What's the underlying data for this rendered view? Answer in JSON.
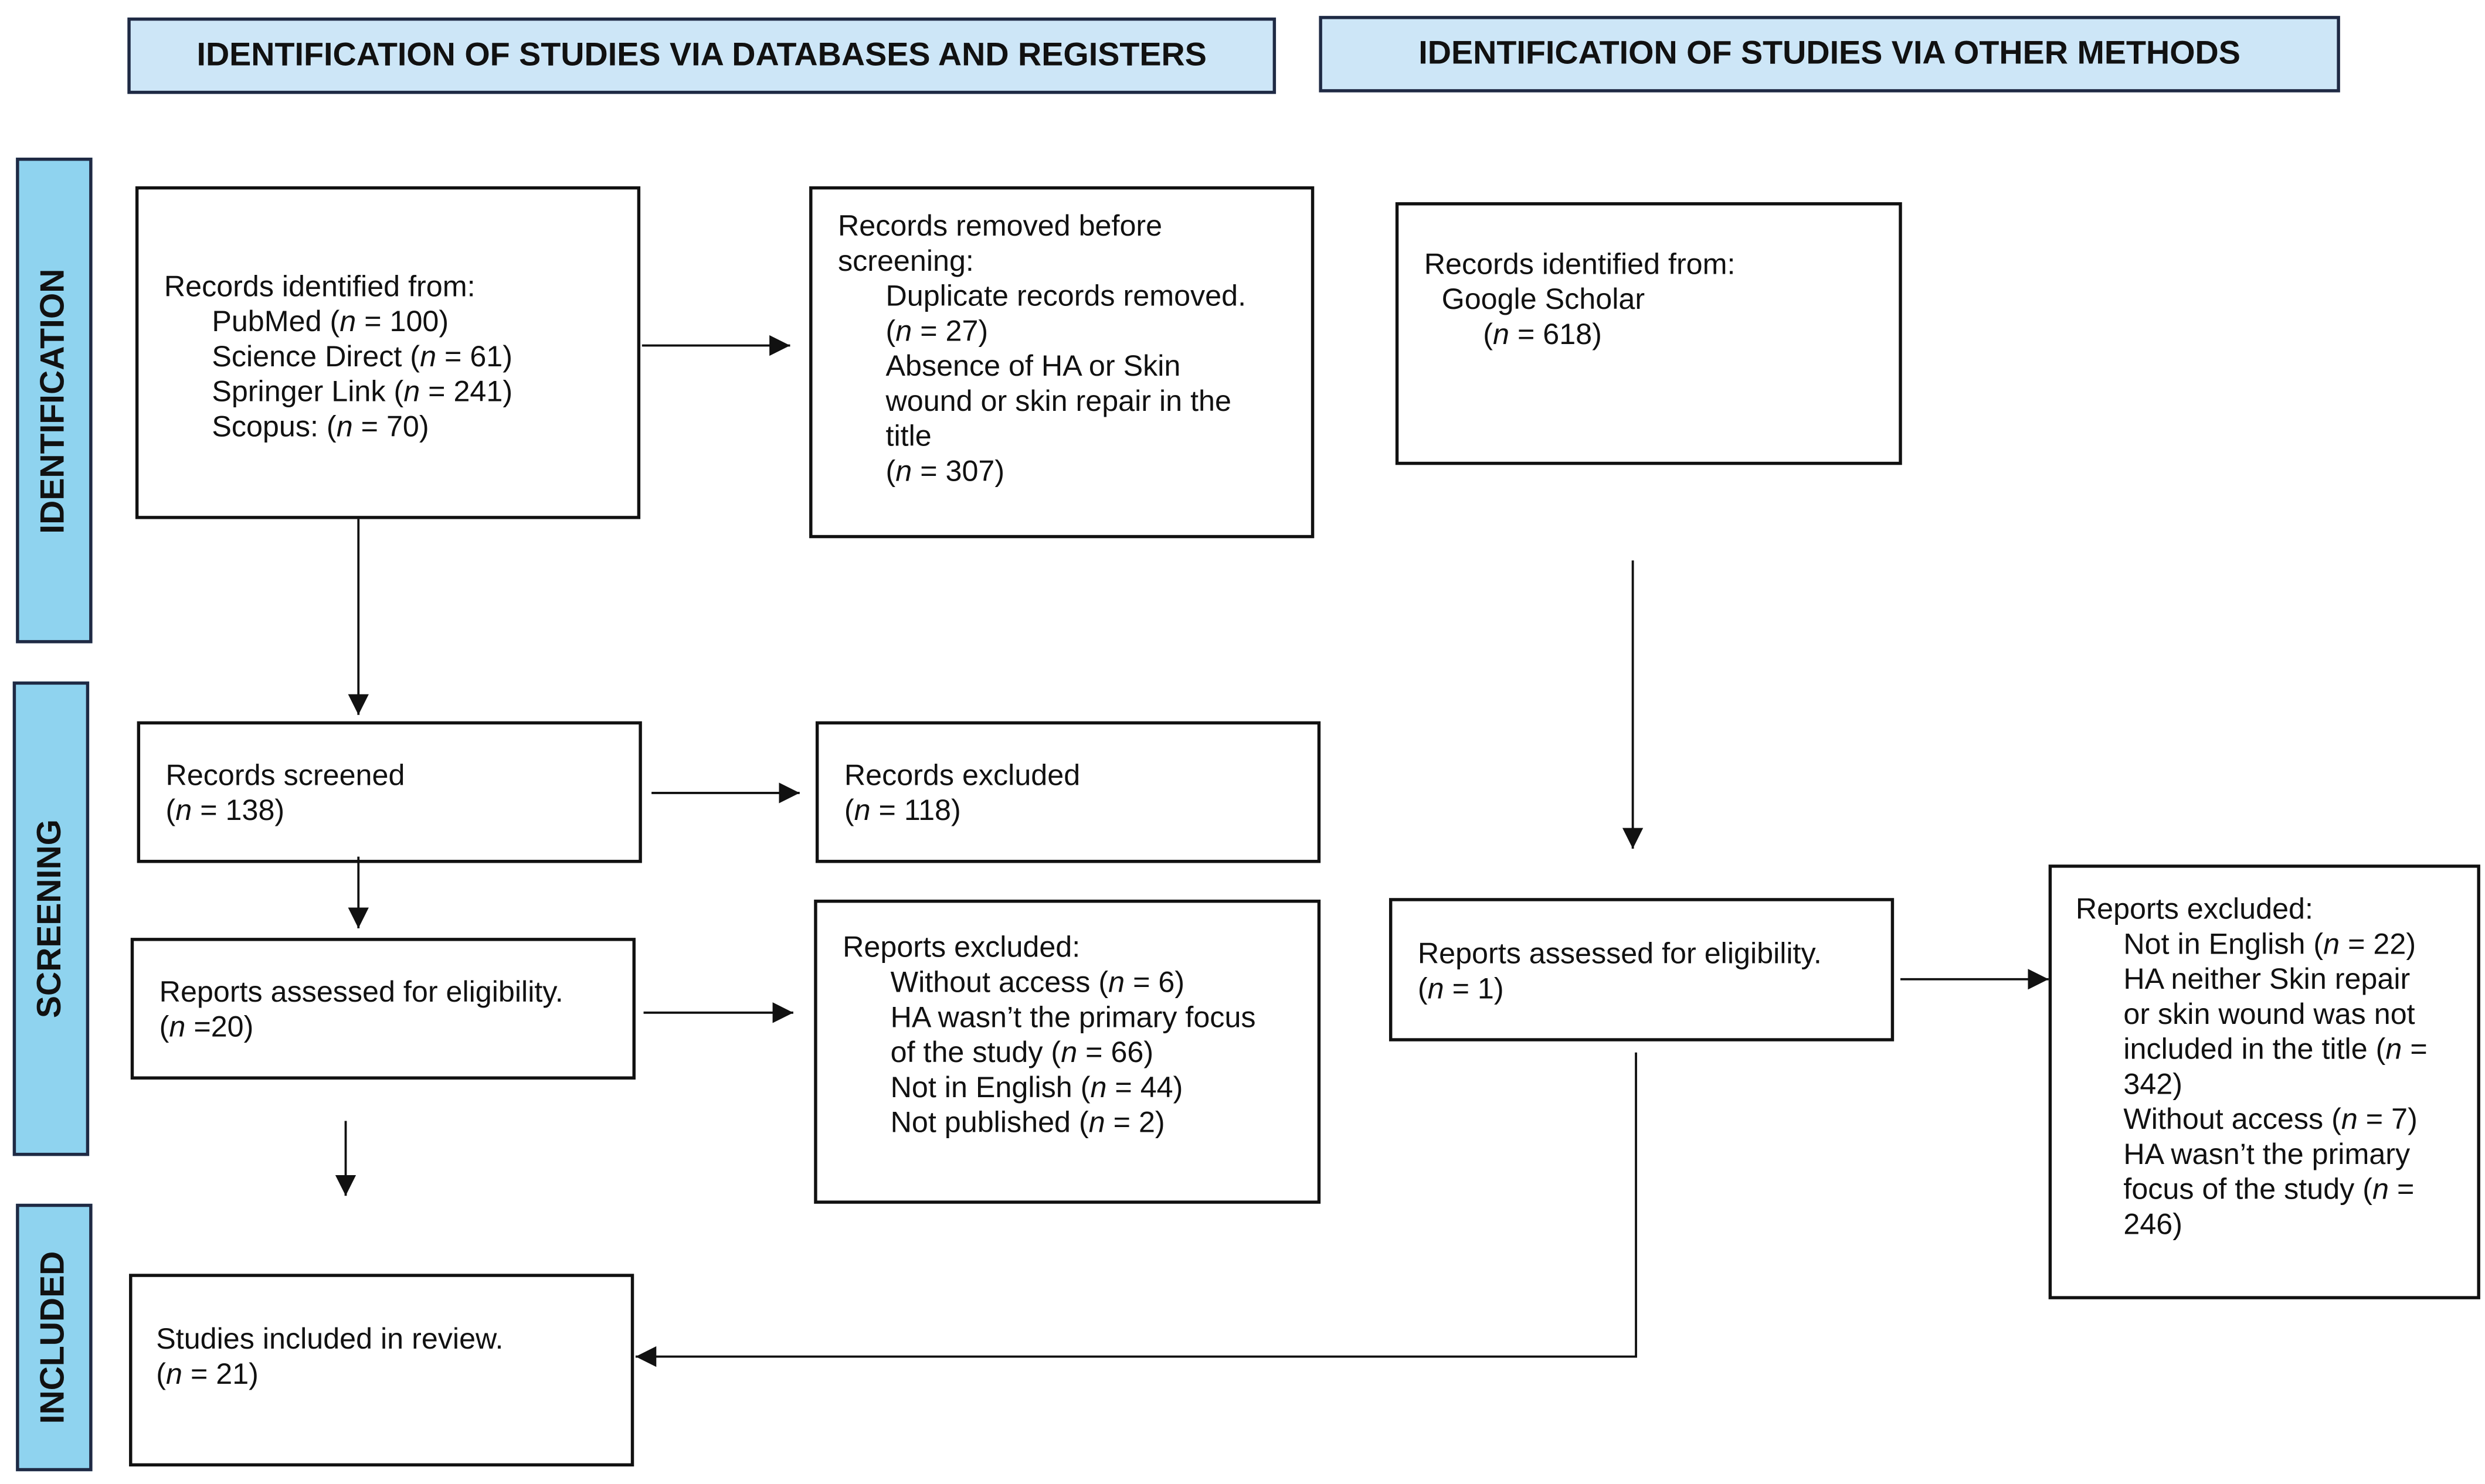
{
  "headers": {
    "databases": "IDENTIFICATION OF STUDIES VIA DATABASES AND REGISTERS",
    "other": "IDENTIFICATION OF STUDIES VIA OTHER METHODS"
  },
  "stages": {
    "identification": "IDENTIFICATION",
    "screening": "SCREENING",
    "included": "INCLUDED"
  },
  "boxes": {
    "records_identified": {
      "title": "Records identified from:",
      "sources": [
        {
          "name": "PubMed",
          "prefix": " (",
          "n": "n",
          "value": " = 100)"
        },
        {
          "name": "Science Direct",
          "prefix": " (",
          "n": "n",
          "value": " = 61)"
        },
        {
          "name": "Springer Link",
          "prefix": " (",
          "n": "n",
          "value": " = 241)"
        },
        {
          "name": "Scopus:",
          "prefix": " (",
          "n": "n",
          "value": " = 70)"
        }
      ]
    },
    "records_removed": {
      "title1": "Records removed before",
      "title2": "screening:",
      "dup_label": "Duplicate records removed.",
      "dup_count": " = 27)",
      "absence1": "Absence of HA or Skin",
      "absence2": "wound or skin repair in the",
      "absence3": "title",
      "absence_count": " = 307)"
    },
    "other_identified": {
      "title": "Records identified from:",
      "source": "Google Scholar",
      "count": " = 618)"
    },
    "records_screened": {
      "title": "Records screened",
      "count": " = 138)"
    },
    "records_excluded": {
      "title": "Records excluded",
      "count": " = 118)"
    },
    "reports_assessed": {
      "title": "Reports assessed for eligibility.",
      "count": " =20)"
    },
    "reports_excluded": {
      "title": "Reports excluded:",
      "l1a": "Without access (",
      "l1b": " = 6)",
      "l2": "HA wasn’t the primary focus",
      "l3a": "of the study (",
      "l3b": " = 66)",
      "l4a": "Not in English (",
      "l4b": " = 44)",
      "l5a": "Not published (",
      "l5b": " = 2)"
    },
    "other_assessed": {
      "title": "Reports assessed for eligibility.",
      "count": " = 1)"
    },
    "other_excluded": {
      "title": "Reports excluded:",
      "l1a": "Not in English (",
      "l1b": " = 22)",
      "l2": "HA neither Skin repair",
      "l3": "or skin wound was not",
      "l4a": "included in the title (",
      "l4b": " =",
      "l5": "342)",
      "l6a": "Without access (",
      "l6b": " = 7)",
      "l7": "HA wasn’t the primary",
      "l8a": "focus of the study (",
      "l8b": " =",
      "l9": "246)"
    },
    "included": {
      "title": "Studies included in review.",
      "count": " = 21)"
    }
  },
  "n_symbol": "n",
  "open_paren": "(",
  "colors": {
    "header_fill": "#cde6f7",
    "stage_fill": "#8fd3ef",
    "border": "#1f2a44",
    "line": "#111111"
  }
}
